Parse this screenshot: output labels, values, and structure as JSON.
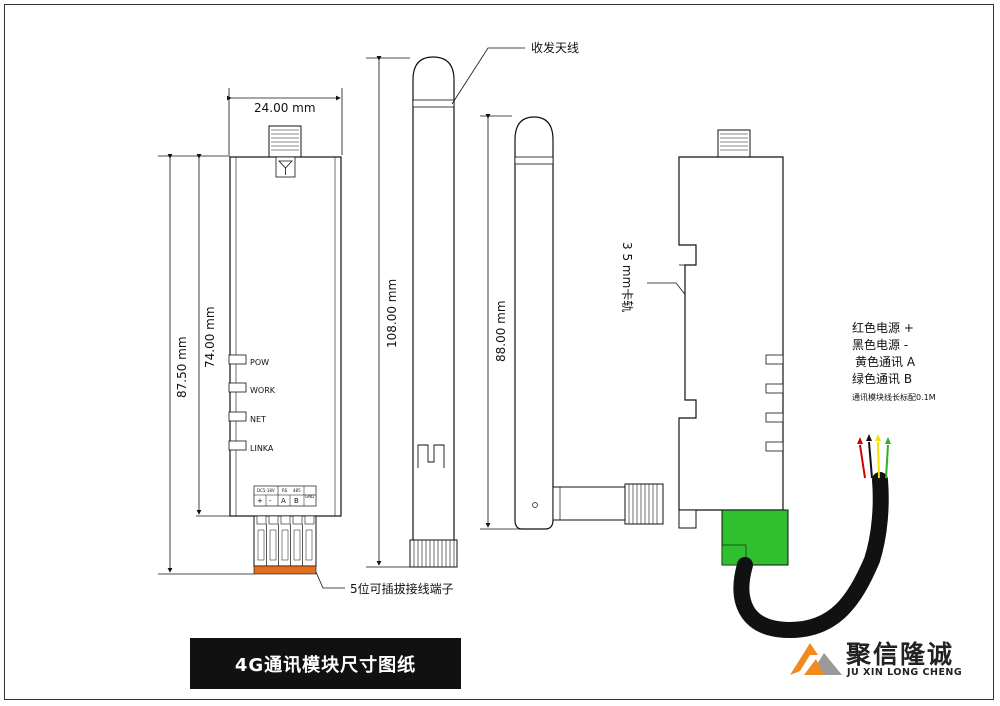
{
  "drawing": {
    "title": "4G通讯模块尺寸图纸",
    "dimensions": {
      "width": "24.00 mm",
      "total_length": "87.50 mm",
      "body_length": "74.00 mm",
      "antenna_long": "108.00 mm",
      "antenna_short": "88.00 mm",
      "rail": "3 5 mm卡轨"
    },
    "callouts": {
      "antenna": "收发天线",
      "terminal": "5位可插拔接线端子"
    },
    "leds": [
      "POW",
      "WORK",
      "NET",
      "LINKA"
    ],
    "terminal_header": {
      "group1": "DC5-18V",
      "group2": "RS",
      "group3": "485",
      "gnd": "GND",
      "pins": [
        "+",
        "-",
        "A",
        "B"
      ]
    },
    "wire_legend": [
      "红色电源 +",
      "黑色电源 -",
      "黄色通讯 A",
      "绿色通讯 B"
    ],
    "wire_note": "通讯模块线长标配0.1M",
    "wire_colors": [
      "#d40000",
      "#111111",
      "#f2e000",
      "#2bb02b"
    ],
    "terminal_color": "#2fbf2f",
    "connector_strip_color": "#e07020"
  },
  "brand": {
    "name": "聚信隆诚",
    "subtitle": "JU XIN LONG CHENG",
    "logo_colors": [
      "#f28a1e",
      "#9a9a9a"
    ]
  }
}
